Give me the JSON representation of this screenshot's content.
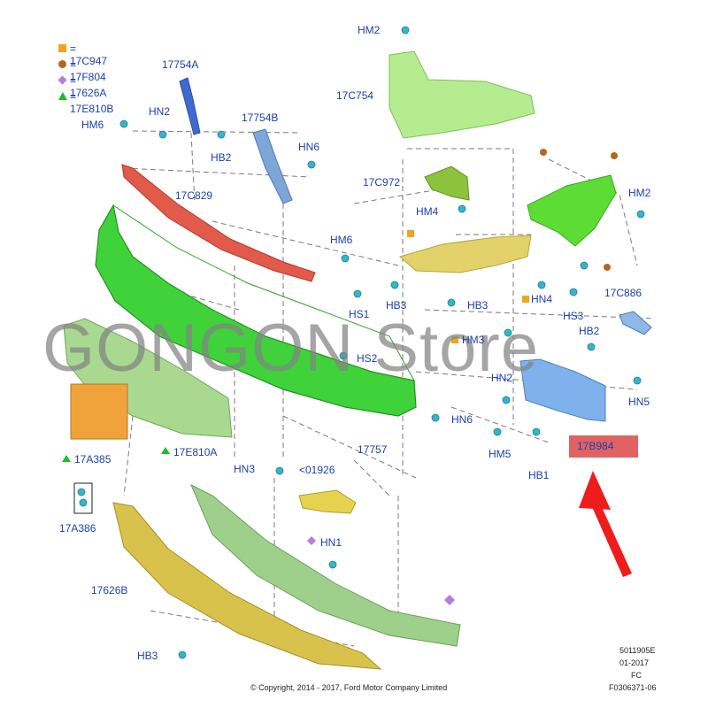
{
  "legend": [
    {
      "symbol": "square",
      "color": "#f0a51c",
      "text": "= 17C947"
    },
    {
      "symbol": "circle",
      "color": "#b8651f",
      "text": "= 17F804"
    },
    {
      "symbol": "diamond",
      "color": "#b77be0",
      "text": "= 17626A"
    },
    {
      "symbol": "triangle",
      "color": "#19c02c",
      "text": "= 17E810B"
    }
  ],
  "labels": {
    "hm2_top": "HM2",
    "c754": "17C754",
    "s754a": "17754A",
    "s754b": "17754B",
    "hm6_a": "HM6",
    "hn2_a": "HN2",
    "hb2_a": "HB2",
    "hn6_a": "HN6",
    "c829": "17C829",
    "c972": "17C972",
    "hm4": "HM4",
    "hm2_b": "HM2",
    "hm6_b": "HM6",
    "hs1": "HS1",
    "hb3_a": "HB3",
    "hb3_b": "HB3",
    "hn4": "HN4",
    "hs3": "HS3",
    "c886": "17C886",
    "hm3": "HM3",
    "hb2_b": "HB2",
    "hs2": "HS2",
    "hn2_b": "HN2",
    "hn5": "HN5",
    "hn6_b": "HN6",
    "s757": "17757",
    "hm5": "HM5",
    "hb1": "HB1",
    "b984": "17B984",
    "a385": "17A385",
    "e810a": "17E810A",
    "hn3": "HN3",
    "p01926": "<01926",
    "a386": "17A386",
    "hn1": "HN1",
    "s626b": "17626B",
    "hb3_c": "HB3"
  },
  "highlight": {
    "label": "17B984",
    "color": "#e06262"
  },
  "watermark": "GONGON  Store",
  "copyright": "© Copyright, 2014 - 2017, Ford Motor Company Limited",
  "meta": [
    "5011905E",
    "01-2017",
    "FC",
    "F0306371-06"
  ],
  "colors": {
    "label_text": "#1a3fb0",
    "bumper": "#3fd23a",
    "reinforcement": "#e25a4a",
    "bracket_light": "#b6ec90",
    "bracket_blue": "#7fb2ec",
    "license": "#f0a33a",
    "shield": "#d9c24c",
    "fastener": "#35b6c8",
    "arrow": "#ef1c1c"
  },
  "icons": [
    "fastener-clip-icon",
    "red-arrow-icon"
  ]
}
